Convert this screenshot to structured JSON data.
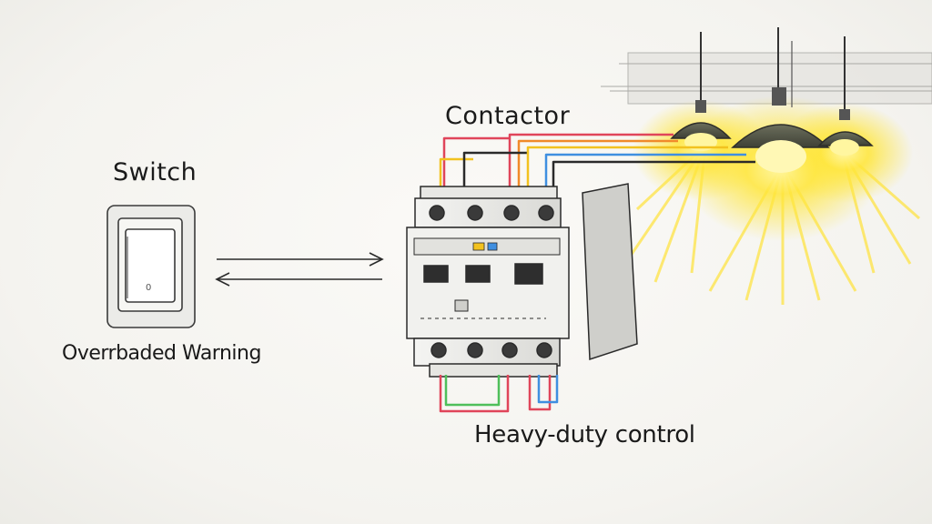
{
  "labels": {
    "switch": "Switch",
    "contactor": "Contactor",
    "warning": "Overrbaded Warning",
    "heavy_duty": "Heavy-duty control"
  },
  "switch_mark": "0",
  "colors": {
    "background": "#f7f6f2",
    "ink": "#2a2a2a",
    "wire_red": "#e0455a",
    "wire_orange": "#f08a2a",
    "wire_yellow": "#f2c21f",
    "wire_blue": "#3f8fe0",
    "wire_green": "#4fbf5a",
    "light_glow": "#ffe63a",
    "lamp_shade": "#55584a"
  },
  "icons": [
    "wall-switch-icon",
    "contactor-icon",
    "pendant-lamp-icon"
  ]
}
